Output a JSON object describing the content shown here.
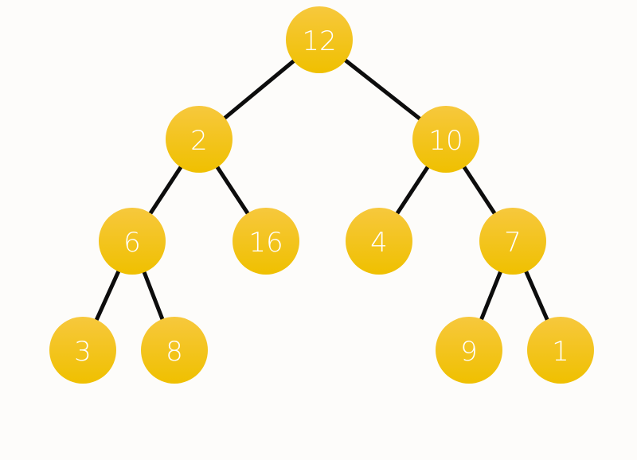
{
  "colors": {
    "node_top": "#f7c83d",
    "node_bottom": "#efc000",
    "edge": "#0d0d0d",
    "label": "#ffffff",
    "background": "#fdfcfa"
  },
  "tree": {
    "root": "n12",
    "nodes": [
      {
        "id": "n12",
        "label": "12"
      },
      {
        "id": "n2",
        "label": "2"
      },
      {
        "id": "n10",
        "label": "10"
      },
      {
        "id": "n6",
        "label": "6"
      },
      {
        "id": "n16",
        "label": "16"
      },
      {
        "id": "n4",
        "label": "4"
      },
      {
        "id": "n7",
        "label": "7"
      },
      {
        "id": "n3",
        "label": "3"
      },
      {
        "id": "n8",
        "label": "8"
      },
      {
        "id": "n9",
        "label": "9"
      },
      {
        "id": "n1",
        "label": "1"
      }
    ],
    "edges": [
      {
        "from": "n12",
        "to": "n2"
      },
      {
        "from": "n12",
        "to": "n10"
      },
      {
        "from": "n2",
        "to": "n6"
      },
      {
        "from": "n2",
        "to": "n16"
      },
      {
        "from": "n10",
        "to": "n4"
      },
      {
        "from": "n10",
        "to": "n7"
      },
      {
        "from": "n6",
        "to": "n3"
      },
      {
        "from": "n6",
        "to": "n8"
      },
      {
        "from": "n7",
        "to": "n9"
      },
      {
        "from": "n7",
        "to": "n1"
      }
    ]
  }
}
